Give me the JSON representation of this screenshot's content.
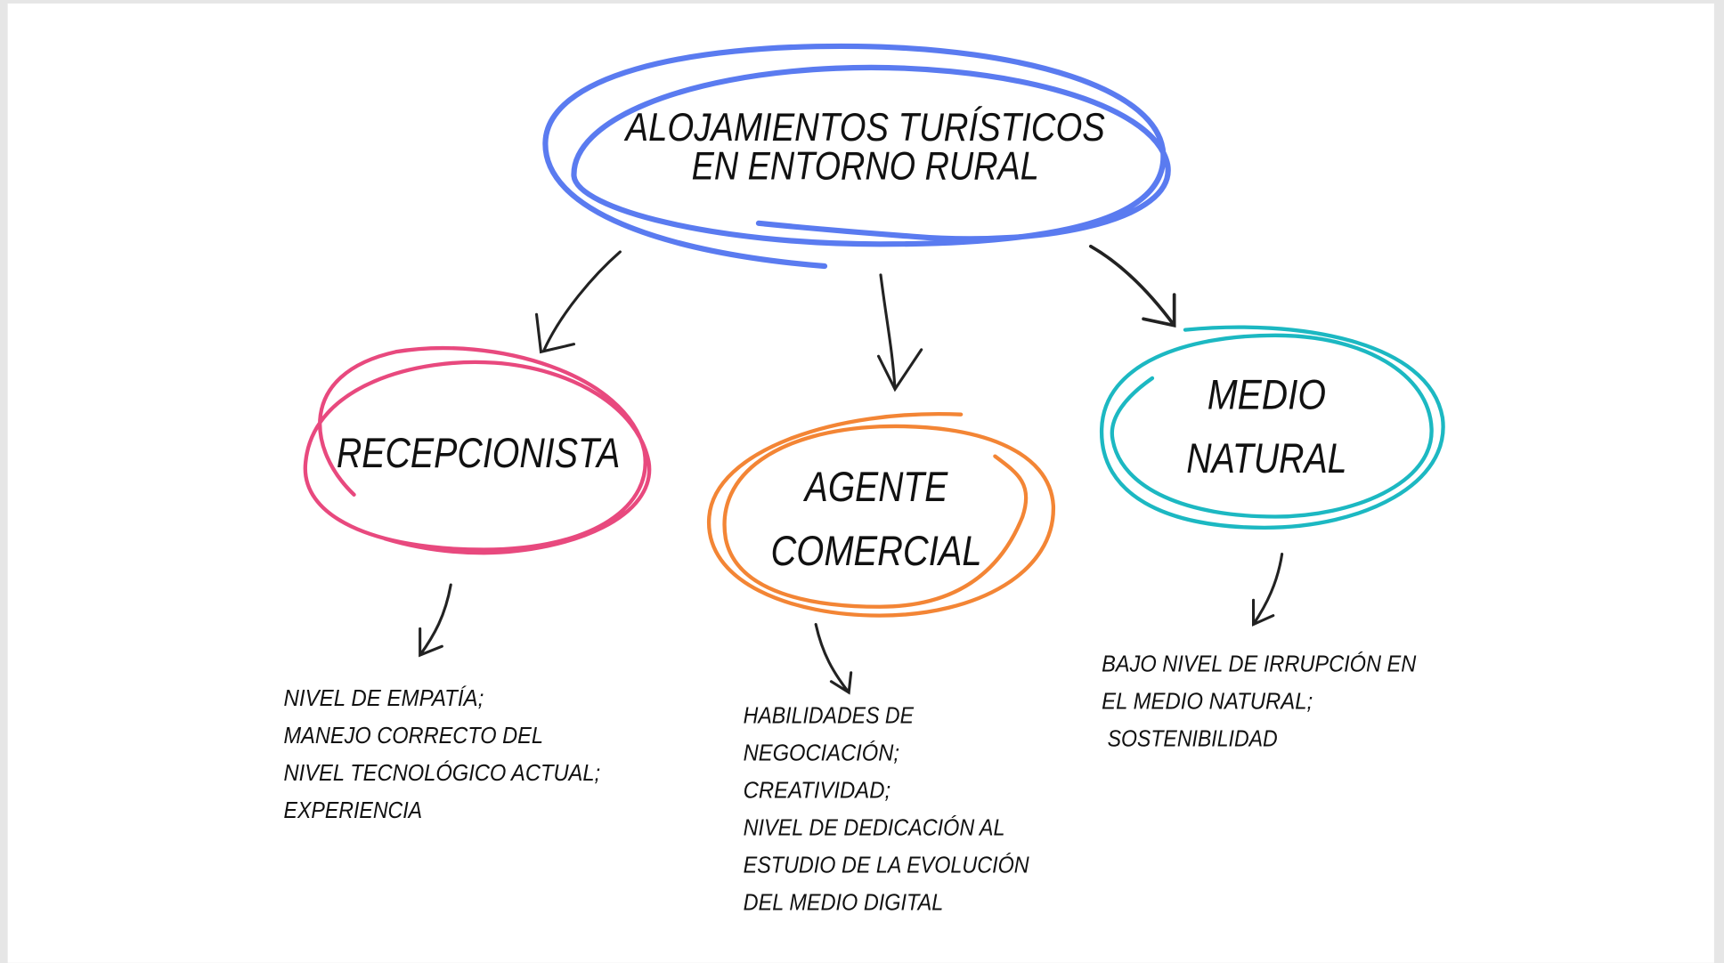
{
  "title": {
    "line1": "ALOJAMIENTOS TURÍSTICOS",
    "line2": "EN ENTORNO RURAL"
  },
  "nodes": [
    {
      "lines": [
        "RECEPCIONISTA"
      ],
      "color": "#e8497e",
      "description": [
        "NIVEL DE EMPATÍA;",
        "MANEJO CORRECTO DEL",
        "NIVEL TECNOLÓGICO ACTUAL;",
        "EXPERIENCIA"
      ]
    },
    {
      "lines": [
        "AGENTE",
        "COMERCIAL"
      ],
      "color": "#f38535",
      "description": [
        "HABILIDADES DE",
        "NEGOCIACIÓN;",
        "CREATIVIDAD;",
        "NIVEL DE DEDICACIÓN AL",
        "ESTUDIO DE LA EVOLUCIÓN",
        "DEL MEDIO DIGITAL"
      ]
    },
    {
      "lines": [
        "MEDIO",
        "NATURAL"
      ],
      "color": "#1cb8c2",
      "description": [
        "BAJO NIVEL DE IRRUPCIÓN EN",
        "EL MEDIO NATURAL;",
        " SOSTENIBILIDAD"
      ]
    }
  ],
  "colors": {
    "title_circle": "#5a7bf0",
    "arrows": "#222222"
  }
}
